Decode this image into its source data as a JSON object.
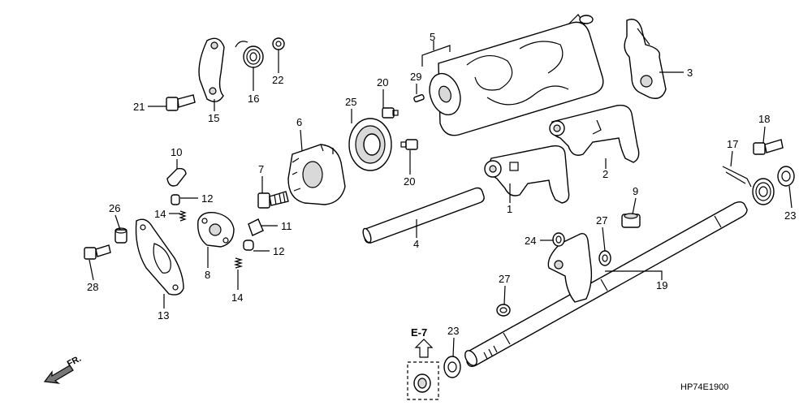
{
  "diagram_code": "HP74E1900",
  "ref_box_label": "E-7",
  "fr_label": "FR.",
  "callouts": [
    {
      "id": "c1",
      "text": "1"
    },
    {
      "id": "c2",
      "text": "2"
    },
    {
      "id": "c3",
      "text": "3"
    },
    {
      "id": "c4",
      "text": "4"
    },
    {
      "id": "c5",
      "text": "5"
    },
    {
      "id": "c6",
      "text": "6"
    },
    {
      "id": "c7",
      "text": "7"
    },
    {
      "id": "c8",
      "text": "8"
    },
    {
      "id": "c9",
      "text": "9"
    },
    {
      "id": "c10",
      "text": "10"
    },
    {
      "id": "c11",
      "text": "11"
    },
    {
      "id": "c12a",
      "text": "12"
    },
    {
      "id": "c12b",
      "text": "12"
    },
    {
      "id": "c13",
      "text": "13"
    },
    {
      "id": "c14a",
      "text": "14"
    },
    {
      "id": "c14b",
      "text": "14"
    },
    {
      "id": "c15",
      "text": "15"
    },
    {
      "id": "c16",
      "text": "16"
    },
    {
      "id": "c17",
      "text": "17"
    },
    {
      "id": "c18",
      "text": "18"
    },
    {
      "id": "c19",
      "text": "19"
    },
    {
      "id": "c20a",
      "text": "20"
    },
    {
      "id": "c20b",
      "text": "20"
    },
    {
      "id": "c21",
      "text": "21"
    },
    {
      "id": "c22",
      "text": "22"
    },
    {
      "id": "c23a",
      "text": "23"
    },
    {
      "id": "c23b",
      "text": "23"
    },
    {
      "id": "c24",
      "text": "24"
    },
    {
      "id": "c25",
      "text": "25"
    },
    {
      "id": "c26",
      "text": "26"
    },
    {
      "id": "c27a",
      "text": "27"
    },
    {
      "id": "c27b",
      "text": "27"
    },
    {
      "id": "c28",
      "text": "28"
    },
    {
      "id": "c29",
      "text": "29"
    }
  ]
}
